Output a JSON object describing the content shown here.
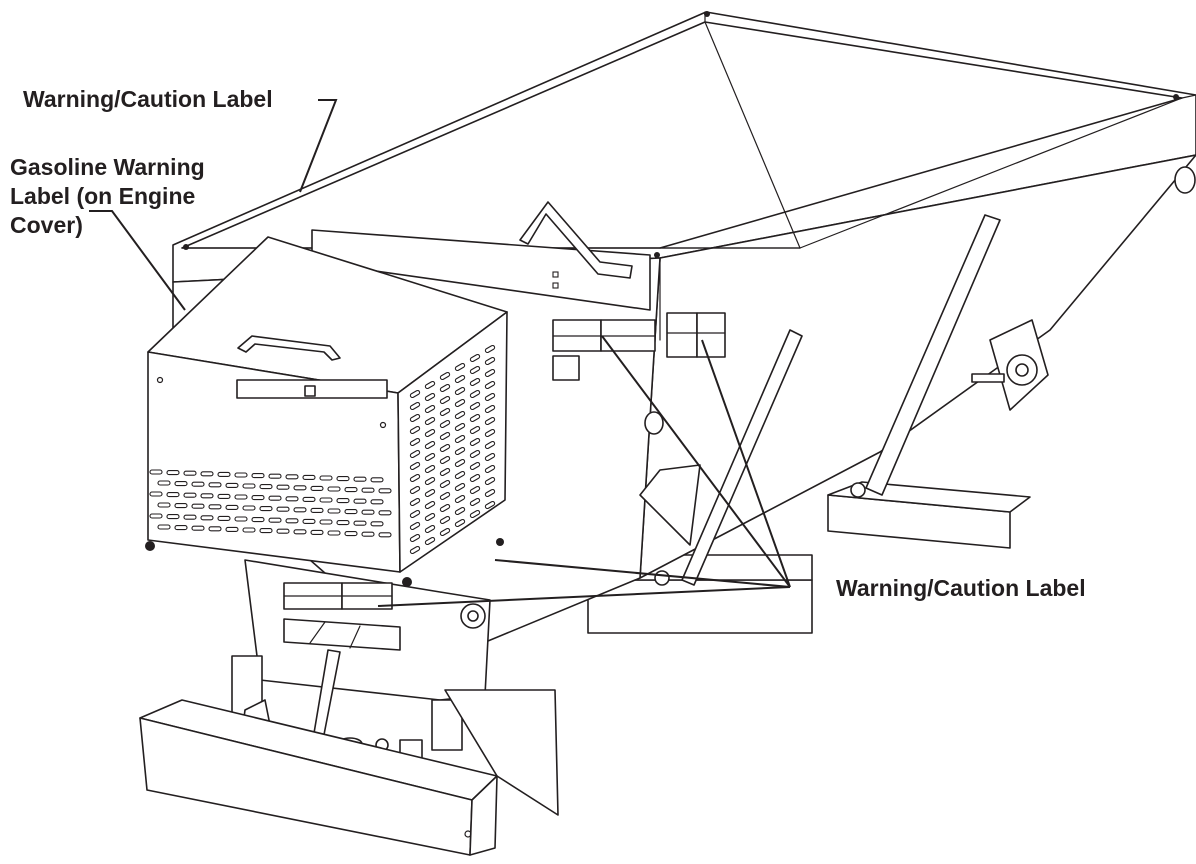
{
  "callouts": {
    "top_label": "Warning/Caution Label",
    "gasoline_label_lines": [
      "Gasoline Warning",
      "Label (on Engine",
      "Cover)"
    ],
    "right_label": "Warning/Caution Label"
  },
  "colors": {
    "ink": "#231f20",
    "paper": "#ffffff"
  }
}
